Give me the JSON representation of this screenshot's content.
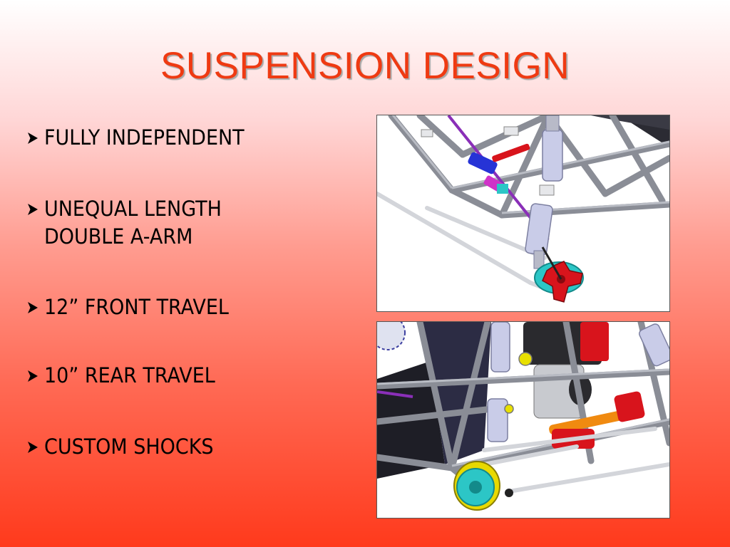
{
  "slide": {
    "title": "SUSPENSION DESIGN"
  },
  "bullets": [
    {
      "text": "FULLY INDEPENDENT"
    },
    {
      "text": "UNEQUAL LENGTH\nDOUBLE A-ARM"
    },
    {
      "text": " 12” FRONT TRAVEL"
    },
    {
      "text": " 10” REAR TRAVEL"
    },
    {
      "text": " CUSTOM SHOCKS"
    }
  ],
  "icons": {
    "bullet": "arrowhead-bullet-icon"
  },
  "figures": [
    {
      "name": "front-suspension-cad-render"
    },
    {
      "name": "rear-suspension-cad-render"
    }
  ],
  "colors": {
    "title": "#ef3a12",
    "frame_tube": "#8a8d96",
    "shock_body": "#c9cce8",
    "hub_cyan": "#2cc6c6",
    "hub_red": "#d8141c",
    "arm_blue": "#2633d6",
    "link_purple": "#8a2fb8"
  }
}
